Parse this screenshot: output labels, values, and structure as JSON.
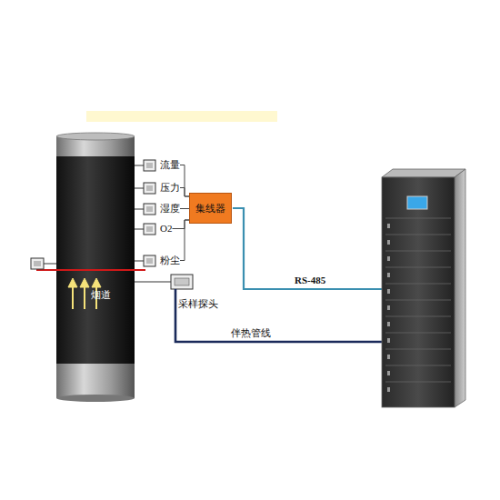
{
  "diagram": {
    "nodes": [
      {
        "text": [
          "烟道"
        ]
      },
      {
        "text": [
          "流量"
        ]
      },
      {
        "text": [
          "压力"
        ]
      },
      {
        "text": [
          "湿度"
        ]
      },
      {
        "text": [
          "O2"
        ]
      },
      {
        "text": [
          "粉尘"
        ]
      },
      {
        "text": [
          "集线器"
        ]
      },
      {
        "text": [
          "采样探头"
        ]
      }
    ],
    "edges": [
      {
        "from": 1,
        "to": 6,
        "arrow": "none"
      },
      {
        "from": 2,
        "to": 6,
        "arrow": "none"
      },
      {
        "from": 3,
        "to": 6,
        "arrow": "none"
      },
      {
        "from": 4,
        "to": 6,
        "arrow": "none"
      },
      {
        "from": 5,
        "to": 6,
        "arrow": "none"
      }
    ],
    "labels": [
      "RS-485",
      "伴热管线"
    ]
  }
}
